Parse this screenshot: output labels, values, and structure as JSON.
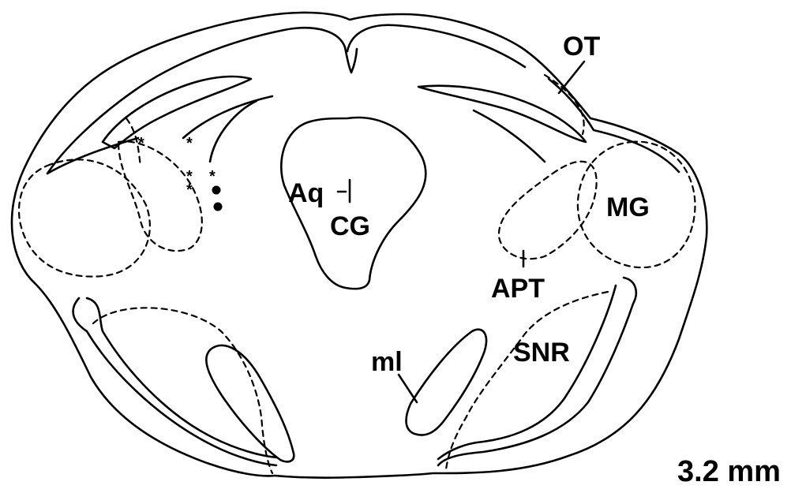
{
  "labels": {
    "ot": "OT",
    "aq": "Aq",
    "cg": "CG",
    "mg": "MG",
    "apt": "APT",
    "snr": "SNR",
    "ml": "ml",
    "section_level": "3.2 mm"
  },
  "markers": {
    "asterisk_glyph": "*",
    "dot_glyph": "●"
  }
}
